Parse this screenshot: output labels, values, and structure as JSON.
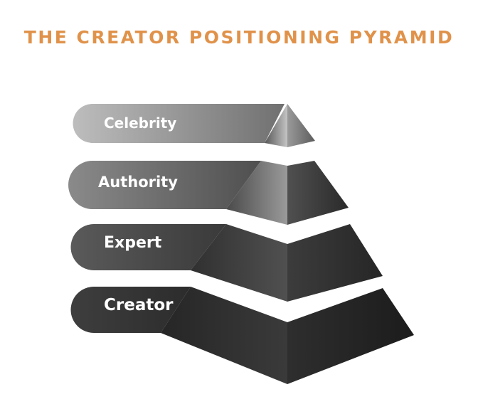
{
  "title": "THE CREATOR POSITIONING PYRAMID",
  "colors": {
    "title": "#E0924A"
  },
  "tiers": [
    {
      "label": "Celebrity"
    },
    {
      "label": "Authority"
    },
    {
      "label": "Expert"
    },
    {
      "label": "Creator"
    }
  ]
}
